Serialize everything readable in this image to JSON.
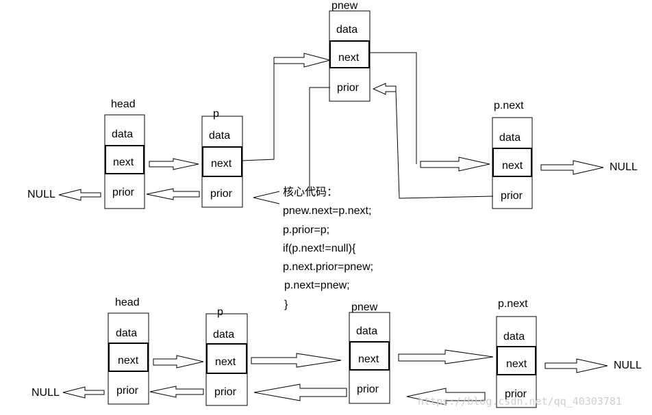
{
  "field_labels": {
    "data": "data",
    "next": "next",
    "prior": "prior"
  },
  "node_names": {
    "head": "head",
    "p": "p",
    "pnew": "pnew",
    "pnext": "p.next"
  },
  "null_label": "NULL",
  "code": {
    "title": "核心代码：",
    "lines": [
      "pnew.next=p.next;",
      "p.prior=p;",
      "if(p.next!=null){",
      "p.next.prior=pnew;",
      "p.next=pnew;",
      "}"
    ]
  },
  "watermark": "https://blog.csdn.net/qq_40303781"
}
